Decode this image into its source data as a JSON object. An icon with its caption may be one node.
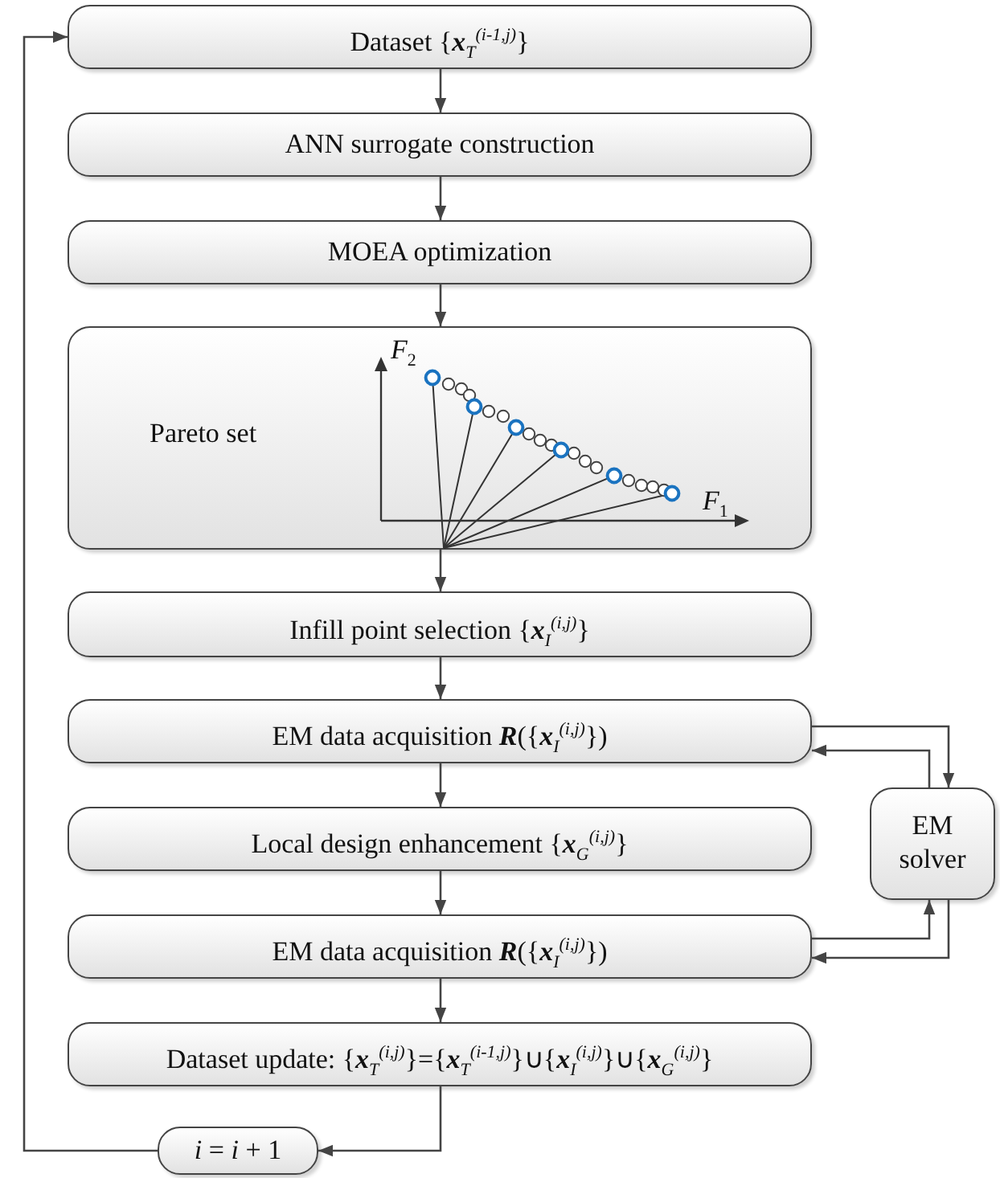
{
  "diagram": {
    "nodes": [
      {
        "text": [
          "Dataset {**x**$_{T}$$^{(i-1,j)}$}"
        ]
      },
      {
        "text": [
          "ANN surrogate construction"
        ]
      },
      {
        "text": [
          "MOEA optimization"
        ]
      },
      {
        "text": [
          "Pareto set"
        ]
      },
      {
        "text": [],
        "shape": "picture",
        "in": 3
      },
      {
        "text": [
          "Infill point selection {**x**$_{I}$$^{(i,j)}$}"
        ]
      },
      {
        "text": [
          "EM data acquisition **R**({**x**$_{I}$$^{(i,j)}$})"
        ]
      },
      {
        "text": [
          "Local design enhancement {**x**$_{G}$$^{(i,j)}$}"
        ]
      },
      {
        "text": [
          "EM data acquisition **R**({**x**$_{I}$$^{(i,j)}$})"
        ]
      },
      {
        "text": [
          "Dataset update: {**x**$_{T}$$^{(i,j)}$}={**x**$_{T}$$^{(i-1,j)}$}∪{**x**$_{I}$$^{(i,j)}$}∪{**x**$_{G}$$^{(i,j)}$}"
        ]
      },
      {
        "text": [
          "*i* = *i* + 1"
        ]
      },
      {
        "text": [
          "EM solver"
        ]
      }
    ],
    "edges": [
      {
        "from": 0,
        "to": 1,
        "arrow": "to"
      },
      {
        "from": 1,
        "to": 2,
        "arrow": "to"
      },
      {
        "from": 2,
        "to": 3,
        "arrow": "to"
      },
      {
        "from": 3,
        "to": 5,
        "arrow": "to"
      },
      {
        "from": 5,
        "to": 6,
        "arrow": "to"
      },
      {
        "from": 6,
        "to": 11,
        "arrow": "to"
      },
      {
        "from": 11,
        "to": 6,
        "arrow": "to"
      },
      {
        "from": 6,
        "to": 7,
        "arrow": "to"
      },
      {
        "from": 7,
        "to": 8,
        "arrow": "to"
      },
      {
        "from": 8,
        "to": 11,
        "arrow": "to"
      },
      {
        "from": 11,
        "to": 8,
        "arrow": "to"
      },
      {
        "from": 8,
        "to": 9,
        "arrow": "to"
      },
      {
        "from": 9,
        "to": 10,
        "arrow": "to"
      },
      {
        "from": 10,
        "to": 0,
        "arrow": "to"
      }
    ],
    "labels": [
      "*F*$_{2}$",
      "*F*$_{1}$"
    ]
  }
}
